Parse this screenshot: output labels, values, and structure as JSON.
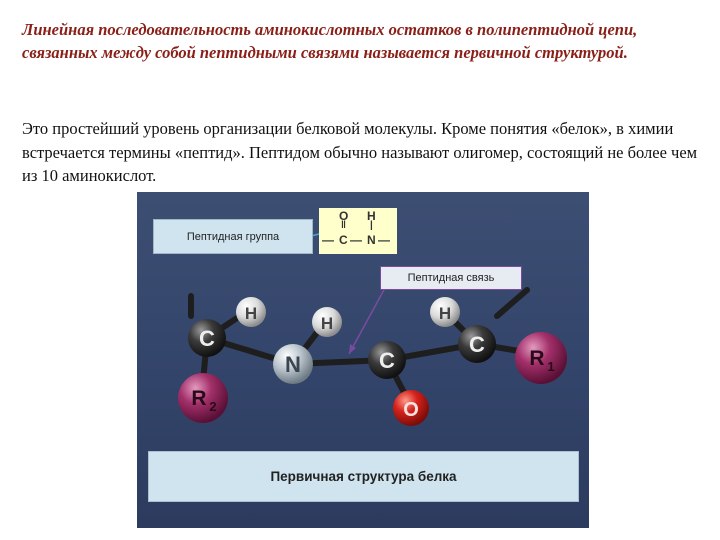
{
  "heading": "Линейная последовательность аминокислотных остатков в полипептидной цепи, связанных между собой пептидными связями называется первичной структурой.",
  "paragraph": "Это простейший уровень организации белковой молекулы. Кроме понятия «белок», в химии встречается термины «пептид». Пептидом обычно называют олигомер, состоящий не более чем из 10 аминокислот.",
  "figure": {
    "peptide_group_label": "Пептидная группа",
    "peptide_bond_label": "Пептидная связь",
    "primary_structure_label": "Первичная структура белка",
    "formula": {
      "o": "O",
      "h": "H",
      "c": "C",
      "n": "N",
      "double_bond": "‖",
      "single_bond": "|",
      "dash_left": "—",
      "dash_mid": "—",
      "dash_right": "—"
    },
    "atoms": {
      "c1": "C",
      "c2": "C",
      "c3": "C",
      "n": "N",
      "o": "O",
      "h1": "H",
      "h2": "H",
      "h3": "H",
      "r2_main": "R",
      "r2_sub": "2",
      "r1_main": "R",
      "r1_sub": "1"
    },
    "colors": {
      "carbon": "#3a3a3a",
      "nitrogen": "#a9b4bd",
      "hydrogen": "#dcdcdc",
      "oxygen": "#d6231c",
      "radical": "#a3306a",
      "bond": "#1e1e1e"
    }
  }
}
